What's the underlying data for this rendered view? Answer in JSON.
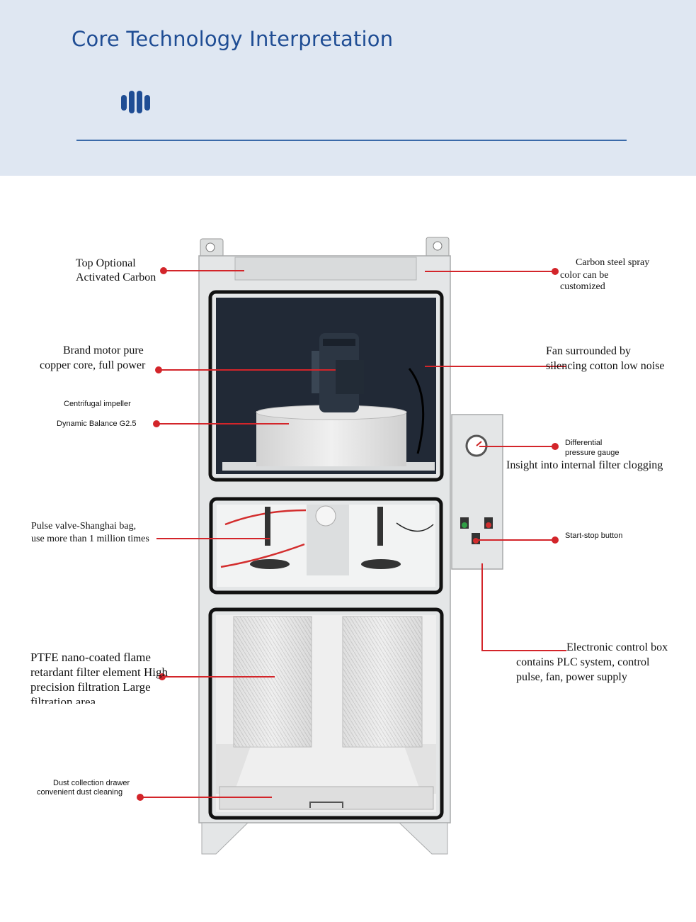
{
  "header": {
    "title": "Core Technology Interpretation",
    "bg_color": "#dfe7f2",
    "accent_color": "#1f4d94",
    "icon": "sound-bars-icon"
  },
  "labels": {
    "top_carbon": [
      "Top Optional",
      "Activated Carbon"
    ],
    "carbon_steel": [
      "Carbon steel spray",
      "color can be",
      "customized"
    ],
    "motor": [
      "Brand motor pure",
      "copper core, full power"
    ],
    "fan": [
      "Fan surrounded by",
      "silencing cotton low noise"
    ],
    "impeller": [
      "Centrifugal impeller",
      "Dynamic Balance G2.5"
    ],
    "pressure_gauge": [
      "Differential",
      "pressure gauge",
      "Insight into internal filter clogging"
    ],
    "pulse_valve": [
      "Pulse valve-Shanghai bag,",
      "use more than 1 million times"
    ],
    "start_stop": "Start-stop button",
    "filter": [
      "PTFE nano-coated flame",
      "retardant filter element High",
      "precision filtration Large",
      "filtration area"
    ],
    "control_box": [
      "Electronic control box",
      "contains PLC system, control",
      "pulse, fan, power supply"
    ],
    "dust_drawer": [
      "Dust collection drawer",
      "convenient dust cleaning"
    ]
  },
  "colors": {
    "callout_line": "#d3252a",
    "cabinet": "#e4e6e7",
    "gasket": "#111111"
  }
}
